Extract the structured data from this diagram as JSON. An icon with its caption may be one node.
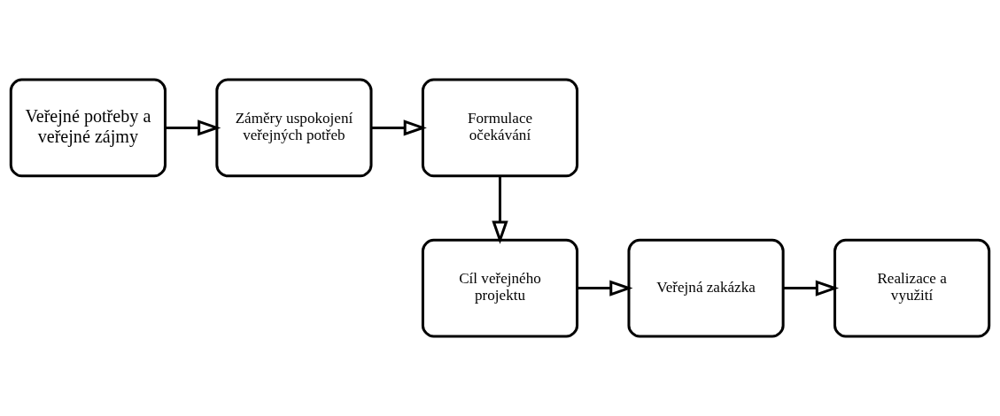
{
  "diagram": {
    "nodes": [
      {
        "text": [
          "Veřejné potřeby a veřejné zájmy"
        ]
      },
      {
        "text": [
          "Záměry uspokojení veřejných potřeb"
        ]
      },
      {
        "text": [
          "Formulace očekávání"
        ]
      },
      {
        "text": [
          "Cíl veřejného projektu"
        ]
      },
      {
        "text": [
          "Veřejná zakázka"
        ]
      },
      {
        "text": [
          "Realizace a využití"
        ]
      }
    ],
    "edges": [
      {
        "from": 0,
        "to": 1,
        "arrow": "to"
      },
      {
        "from": 1,
        "to": 2,
        "arrow": "to"
      },
      {
        "from": 2,
        "to": 3,
        "arrow": "to"
      },
      {
        "from": 3,
        "to": 4,
        "arrow": "to"
      },
      {
        "from": 4,
        "to": 5,
        "arrow": "to"
      }
    ]
  }
}
